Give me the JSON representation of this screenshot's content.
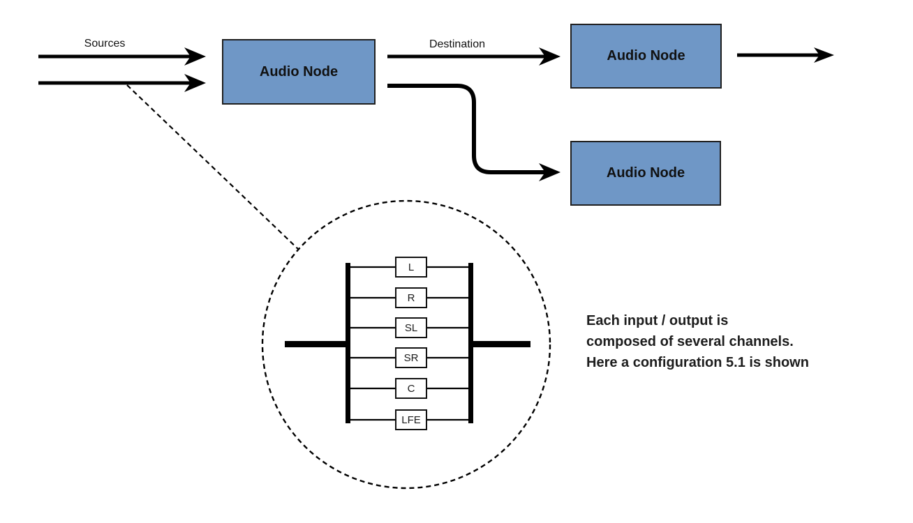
{
  "labels": {
    "sources": "Sources",
    "destination": "Destination"
  },
  "nodes": [
    {
      "label": "Audio Node"
    },
    {
      "label": "Audio Node"
    },
    {
      "label": "Audio Node"
    }
  ],
  "channels": [
    {
      "label": "L"
    },
    {
      "label": "R"
    },
    {
      "label": "SL"
    },
    {
      "label": "SR"
    },
    {
      "label": "C"
    },
    {
      "label": "LFE"
    }
  ],
  "annotation": {
    "lines": [
      "Each input / output is",
      "composed of several channels.",
      "Here a configuration 5.1 is shown"
    ]
  },
  "colors": {
    "node_fill": "#6F97C6",
    "node_border": "#1f1f1f",
    "line": "#000000"
  }
}
